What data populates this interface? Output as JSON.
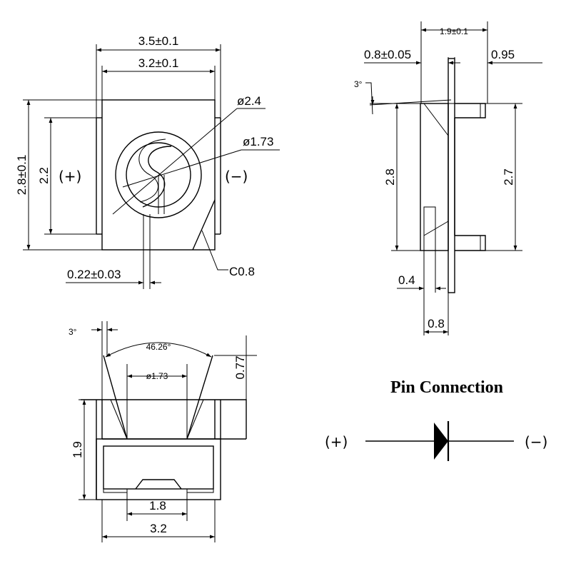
{
  "top_view": {
    "width_outer": "3.5±0.1",
    "width_inner": "3.2±0.1",
    "height_outer": "2.8±0.1",
    "height_inner": "2.2",
    "lens_outer": "ø2.4",
    "lens_inner": "ø1.73",
    "pad_width": "0.22±0.03",
    "chamfer": "C0.8",
    "anode": "(+)",
    "cathode": "(−)"
  },
  "side_view": {
    "top_span": "1.9±0.1",
    "left_offset": "0.8±0.05",
    "right_offset": "0.95",
    "angle": "3°",
    "height_left": "2.8",
    "height_right": "2.7",
    "foot": "0.4",
    "base": "0.8"
  },
  "front_view": {
    "angle": "3°",
    "cone_angle": "46.26°",
    "lens_dia": "ø1.73",
    "lens_height": "0.77",
    "height": "1.9",
    "pad_span": "1.8",
    "width": "3.2"
  },
  "pin_connection": {
    "title": "Pin Connection",
    "anode": "(+)",
    "cathode": "(−)"
  }
}
